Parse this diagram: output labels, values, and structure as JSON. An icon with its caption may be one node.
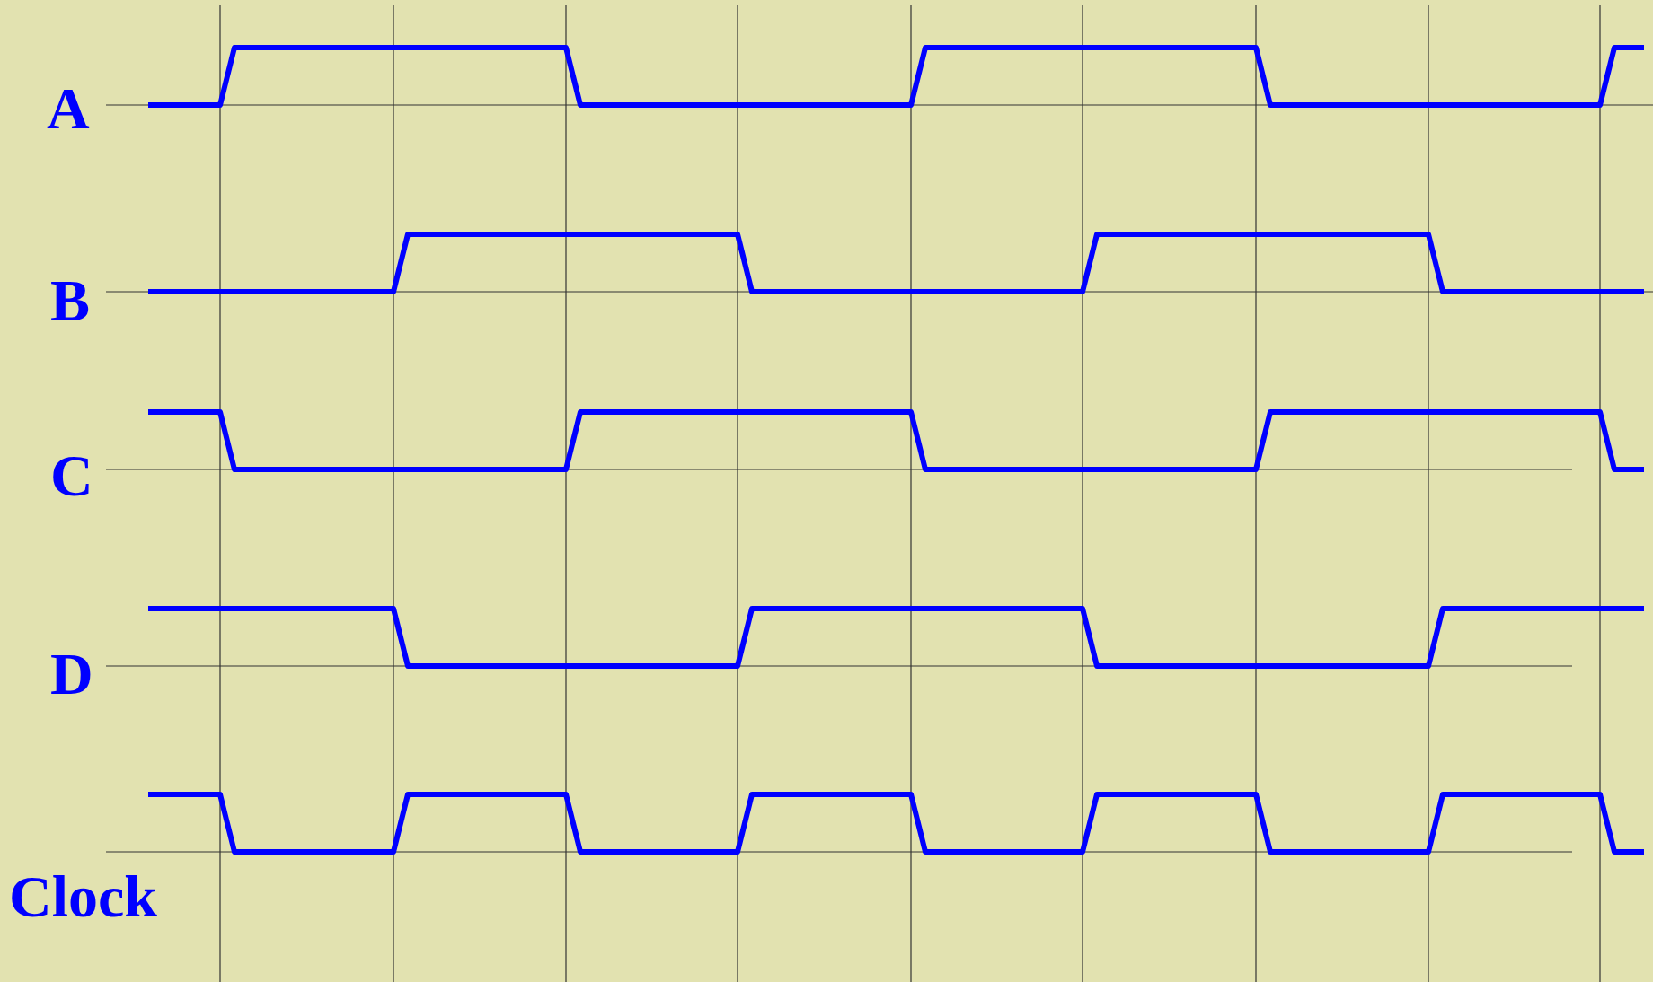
{
  "diagram": {
    "labels": [
      "A",
      "B",
      "C",
      "D",
      "Clock"
    ]
  }
}
